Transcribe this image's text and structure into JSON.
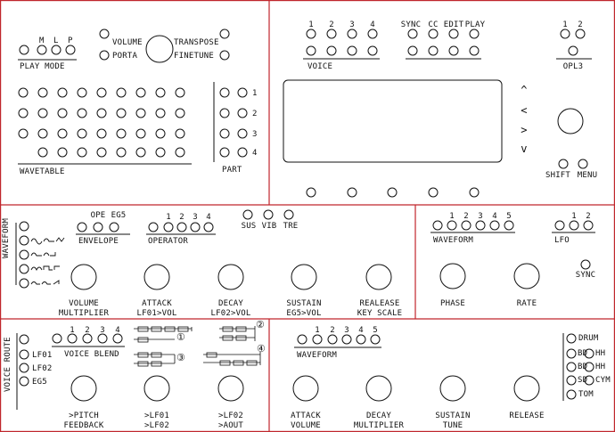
{
  "play_mode": {
    "label": "PLAY MODE",
    "keys": [
      "M",
      "L",
      "P"
    ]
  },
  "main_knob": {
    "left_labels": [
      "VOLUME",
      "PORTA"
    ],
    "right_labels": [
      "TRANSPOSE",
      "FINETUNE"
    ]
  },
  "wavetable": {
    "label": "WAVETABLE"
  },
  "part": {
    "label": "PART",
    "numbers": [
      "1",
      "2",
      "3",
      "4"
    ]
  },
  "voice": {
    "label": "VOICE",
    "numbers": [
      "1",
      "2",
      "3",
      "4"
    ]
  },
  "transport": {
    "labels": [
      "SYNC",
      "CC",
      "EDIT",
      "PLAY"
    ]
  },
  "opl3": {
    "label": "OPL3",
    "numbers": [
      "1",
      "2"
    ]
  },
  "nav": {
    "up": "^",
    "left": "<",
    "right": ">",
    "down": "v"
  },
  "shift_label": "SHIFT",
  "menu_label": "MENU",
  "waveform_side_label": "WAVEFORM",
  "envelope": {
    "label": "ENVELOPE",
    "keys": [
      "OPE",
      "EG5"
    ]
  },
  "operator": {
    "label": "OPERATOR",
    "numbers": [
      "1",
      "2",
      "3",
      "4"
    ]
  },
  "mods": [
    "SUS",
    "VIB",
    "TRE"
  ],
  "op_knobs": [
    {
      "top": "VOLUME",
      "bottom": "MULTIPLIER"
    },
    {
      "top": "ATTACK",
      "bottom": "LF01>VOL"
    },
    {
      "top": "DECAY",
      "bottom": "LF02>VOL"
    },
    {
      "top": "SUSTAIN",
      "bottom": "EG5>VOL"
    },
    {
      "top": "REALEASE",
      "bottom": "KEY SCALE"
    }
  ],
  "lfo_waveform": {
    "label": "WAVEFORM",
    "numbers": [
      "1",
      "2",
      "3",
      "4",
      "5"
    ]
  },
  "lfo": {
    "label": "LFO",
    "numbers": [
      "1",
      "2"
    ]
  },
  "lfo_sync_label": "SYNC",
  "lfo_knobs": [
    "PHASE",
    "RATE"
  ],
  "voice_route": {
    "side_label": "VOICE ROUTE",
    "items": [
      "LF01",
      "LF02",
      "EG5"
    ]
  },
  "voice_blend": {
    "label": "VOICE BLEND",
    "numbers": [
      "1",
      "2",
      "3",
      "4"
    ]
  },
  "algo_markers": [
    "①",
    "②",
    "③",
    "④"
  ],
  "route_knobs": [
    {
      "top": ">PITCH",
      "bottom": "FEEDBACK"
    },
    {
      "top": ">LF01",
      "bottom": ">LF02"
    },
    {
      "top": ">LF02",
      "bottom": ">AOUT"
    }
  ],
  "drum_waveform": {
    "label": "WAVEFORM",
    "numbers": [
      "1",
      "2",
      "3",
      "4",
      "5"
    ]
  },
  "drum_rows": [
    "DRUM",
    "BD",
    "BD",
    "SD",
    "TOM"
  ],
  "drum_rows_right": [
    "HH",
    "HH",
    "CYM"
  ],
  "drum_knobs": [
    {
      "top": "ATTACK",
      "bottom": "VOLUME"
    },
    {
      "top": "DECAY",
      "bottom": "MULTIPLIER"
    },
    {
      "top": "SUSTAIN",
      "bottom": "TUNE"
    },
    {
      "top": "RELEASE",
      "bottom": ""
    }
  ],
  "colors": {
    "divider": "#c0262c",
    "ink": "#111111"
  }
}
